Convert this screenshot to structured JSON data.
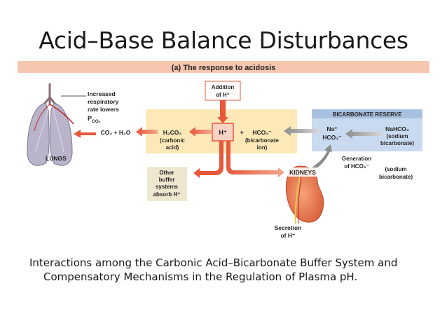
{
  "slide": {
    "title": "Acid–Base Balance Disturbances",
    "caption_line1": "Interactions among the Carbonic Acid–Bicarbonate Buffer System and",
    "caption_line2": "Compensatory Mechanisms in the Regulation of Plasma pH."
  },
  "figure": {
    "panel_title": "(a) The response to acidosis",
    "lungs": {
      "label": "LUNGS",
      "note_line1": "Increased",
      "note_line2": "respiratory",
      "note_line3": "rate lowers",
      "pco2": "P",
      "pco2_sub": "CO₂"
    },
    "co2_h2o": "CO₂ + H₂O",
    "h2co3": {
      "line1": "H₂CO₃",
      "line2": "(carbonic",
      "line3": "acid)"
    },
    "h_plus": "H⁺",
    "plus_sign": "+",
    "hco3": {
      "line1": "HCO₃⁻",
      "line2": "(bicarbonate",
      "line3": "ion)"
    },
    "addition": {
      "line1": "Addition",
      "line2": "of H⁺"
    },
    "other_buffers": {
      "line1": "Other",
      "line2": "buffer",
      "line3": "systems",
      "line4": "absorb H⁺"
    },
    "bicarbonate_reserve": {
      "title": "BICARBONATE RESERVE",
      "na": "Na⁺",
      "hco3": "HCO₃⁻",
      "nahco3": "NaHCO₃",
      "nahco3_l2": "(sodium",
      "nahco3_l3": "bicarbonate)"
    },
    "generation": {
      "line1": "Generation",
      "line2": "of HCO₃⁻"
    },
    "sodium_bicarb": {
      "line1": "(sodium",
      "line2": "bicarbonate)"
    },
    "kidneys": "KIDNEYS",
    "secretion": {
      "line1": "Secretion",
      "line2": "of H⁺"
    },
    "colors": {
      "header_band": "#f6c6b0",
      "buffer_zone": "#fde9b8",
      "reserve_box": "#c9daf0",
      "reserve_header": "#6b8fc4",
      "red_arrow": "#e7573a",
      "gray_arrow": "#8c8c8c",
      "kidney": "#e77a52",
      "other_box": "#efe6cf"
    }
  }
}
